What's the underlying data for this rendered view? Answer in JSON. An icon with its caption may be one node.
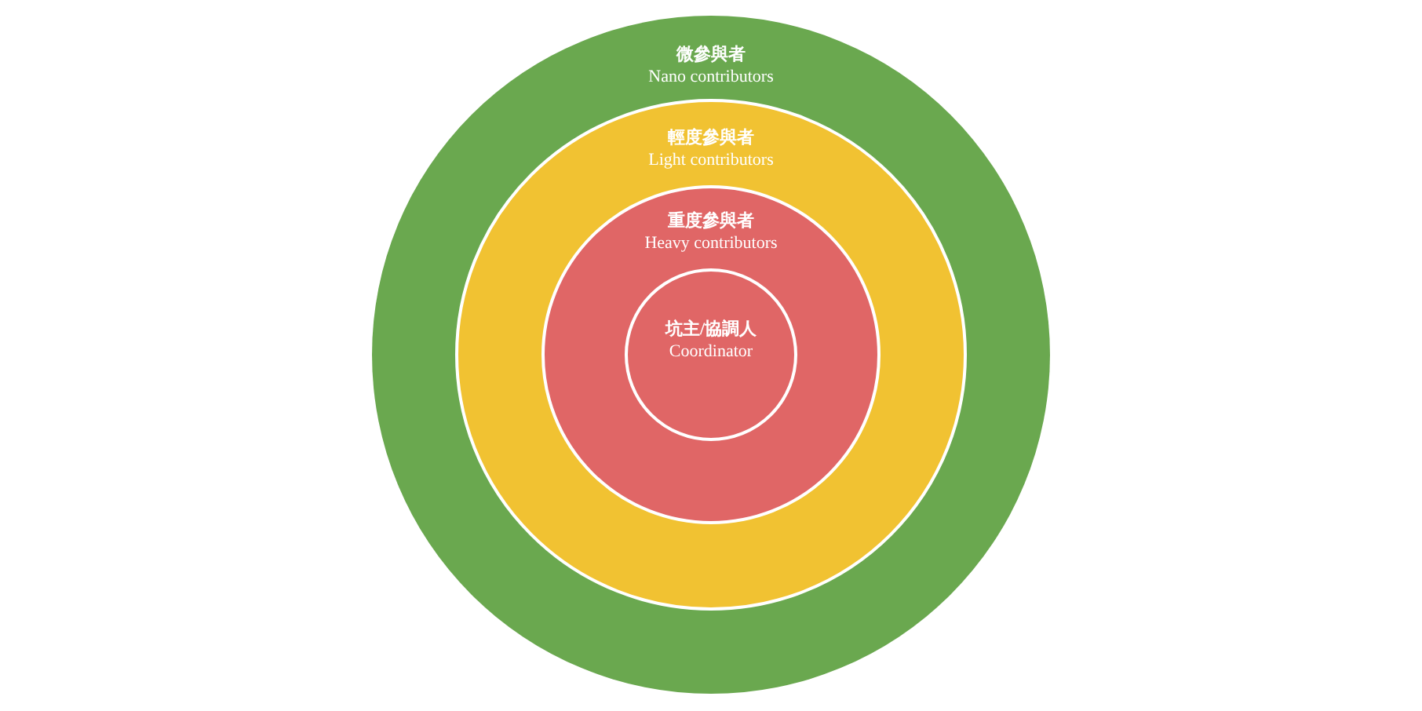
{
  "diagram": {
    "nodes": [
      {
        "text": [
          "微參與者",
          "Nano contributors"
        ]
      },
      {
        "text": [
          "輕度參與者",
          "Light contributors"
        ],
        "in": 0
      },
      {
        "text": [
          "重度參與者",
          "Heavy contributors"
        ],
        "in": 1
      },
      {
        "text": [
          "坑主/協調人",
          "Coordinator"
        ],
        "in": 2
      }
    ],
    "edges": []
  }
}
